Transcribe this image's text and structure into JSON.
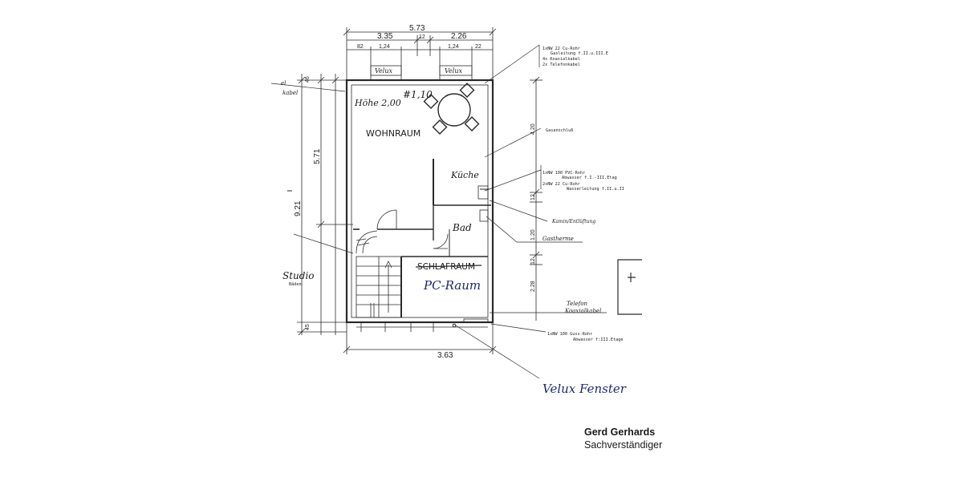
{
  "dimensions": {
    "total_width": "5.73",
    "left_width": "3.35",
    "mid_gap": "12",
    "right_width": "2.26",
    "sub_left_82": "82",
    "sub_left_124": "1,24",
    "sub_right_124": "1,24",
    "sub_right_22": "22",
    "bottom_width": "3.63",
    "left_top_46": "46",
    "left_571": "5.71",
    "left_921": "9.21",
    "left_bottom_45": "45",
    "right_420": "4.20",
    "right_12a": "12",
    "right_120": "1.20",
    "right_12b": "12",
    "right_228": "2.28"
  },
  "window_labels": {
    "left": "Velux",
    "right": "Velux"
  },
  "rooms": {
    "wohnraum": "WOHNRAUM",
    "hoehe": "Höhe 2,00",
    "level": "#1,10",
    "kueche": "Küche",
    "bad": "Bad",
    "schlafraum": "SCHLAFRAUM",
    "pc_raum": "PC-Raum"
  },
  "annotations": {
    "cu_rohr_title": "1xNW 22 Cu-Rohr",
    "cu_rohr_line": "Gasleitung f.II.u.III.E",
    "koax": "4x Koaxialkabel",
    "telefon": "2x Telefonkabel",
    "gasanschluss": "Gasanschluß",
    "pvc_rohr_title": "1xNW 100 PVC-Rohr",
    "pvc_rohr_line": "Abwasser f.I.-III.Etag",
    "cu_rohr2_title": "2xNW 22 Cu-Rohr",
    "cu_rohr2_line": "Wasserleitung f.II.u.II",
    "kamin": "Kamin/Entlüftung",
    "gastherme": "Gastherme",
    "telefon_hand": "Telefon",
    "koaxkabel_hand": "Koaxialkabel",
    "guss_rohr_title": "1xNW 100 Guss-Rohr",
    "guss_rohr_line": "Abwasser f:III.Etage",
    "velux_fenster": "Velux Fenster",
    "studio": "Studio",
    "studio_sub": "Bäden",
    "left_label_el": "el",
    "left_label_kabel": "kabel"
  },
  "signature": {
    "name": "Gerd Gerhards",
    "role": "Sachverständiger"
  }
}
